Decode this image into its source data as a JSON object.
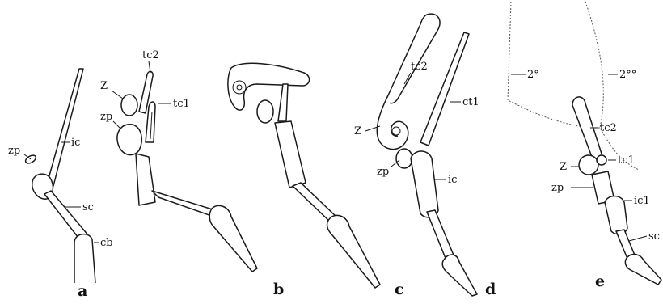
{
  "panels": [
    {
      "id": "a",
      "letter": "a",
      "labels": {
        "zp": "zp",
        "ic": "ic",
        "sc": "sc",
        "cb": "cb"
      }
    },
    {
      "id": "b",
      "letter": "b",
      "labels": {
        "tc2": "tc2",
        "z": "Z",
        "zp": "zp",
        "tc1": "tc1"
      }
    },
    {
      "id": "c",
      "letter": "c",
      "labels": {}
    },
    {
      "id": "d",
      "letter": "d",
      "labels": {
        "tc2": "tc2",
        "ct1": "ct1",
        "z": "Z",
        "zp": "zp",
        "ic": "ic"
      },
      "letter_c": "c"
    },
    {
      "id": "e",
      "letter": "e",
      "labels": {
        "v2": "2°",
        "v2b": "2°°",
        "tc2": "tc2",
        "z": "Z",
        "tc1": "tc1",
        "zp": "zp",
        "ic1": "ic1",
        "sc": "sc"
      }
    }
  ]
}
